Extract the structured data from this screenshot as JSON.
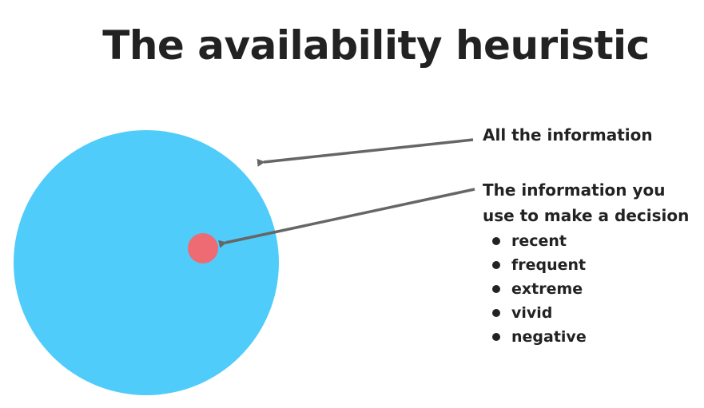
{
  "title": "The availability heuristic",
  "labels": {
    "all_information": "All the information",
    "used_information": "The information you use to make a decision"
  },
  "bullets": [
    "recent",
    "frequent",
    "extreme",
    "vivid",
    "negative"
  ],
  "colors": {
    "outer_circle": "#4FCCFA",
    "inner_circle": "#EE6B73",
    "arrow": "#666666",
    "text": "#222222"
  }
}
